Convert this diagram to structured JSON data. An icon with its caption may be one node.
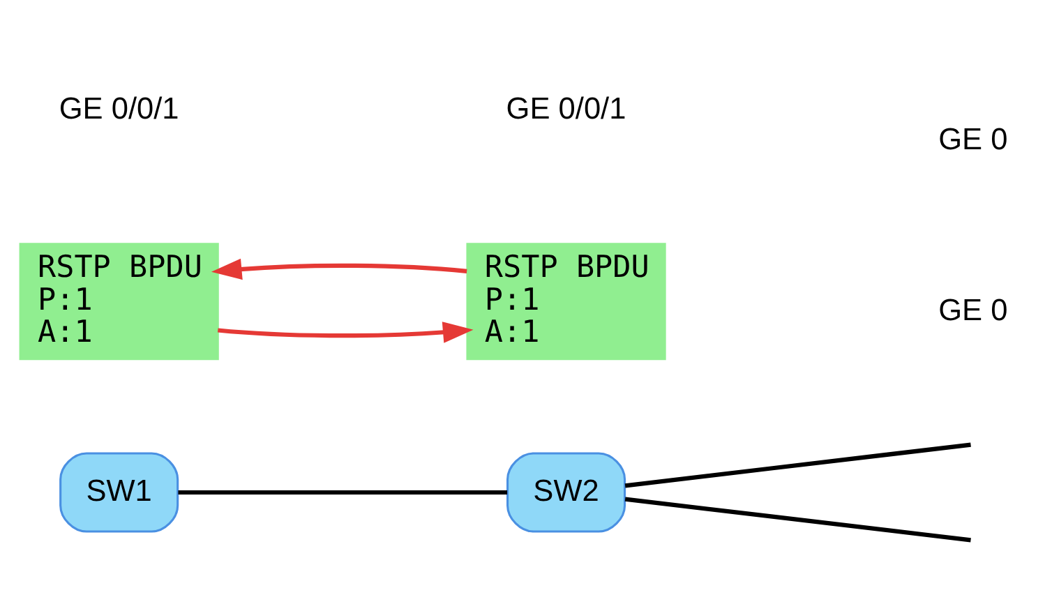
{
  "diagram": {
    "nodes": [
      {
        "text": [
          "SW1"
        ]
      },
      {
        "text": [
          "SW2"
        ]
      },
      {
        "text": [
          "RSTP BPDU",
          "P:1",
          "A:1"
        ]
      },
      {
        "text": [
          "RSTP BPDU",
          "P:1",
          "A:1"
        ]
      }
    ],
    "edges": [
      {
        "from": 0,
        "to": 1,
        "arrow": "none",
        "color": "#000000"
      },
      {
        "from": 1,
        "to": null,
        "arrow": "none",
        "color": "#000000"
      },
      {
        "from": 1,
        "to": null,
        "arrow": "none",
        "color": "#000000"
      },
      {
        "from": 2,
        "to": 3,
        "arrow": "to",
        "color": "#e53935"
      },
      {
        "from": 3,
        "to": 2,
        "arrow": "to",
        "color": "#e53935"
      }
    ],
    "labels": [
      "GE 0/0/1",
      "GE 0/0/1",
      "GE 0",
      "GE 0"
    ]
  }
}
